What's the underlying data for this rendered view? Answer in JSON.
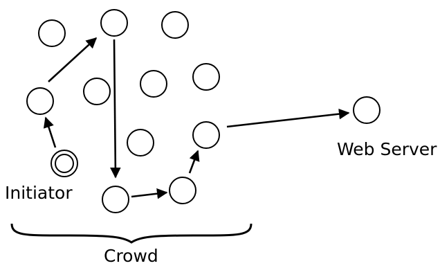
{
  "diagram": {
    "labels": {
      "initiator": "Initiator",
      "web_server": "Web Server",
      "crowd": "Crowd"
    },
    "colors": {
      "stroke": "#000000",
      "fill": "#ffffff"
    }
  }
}
